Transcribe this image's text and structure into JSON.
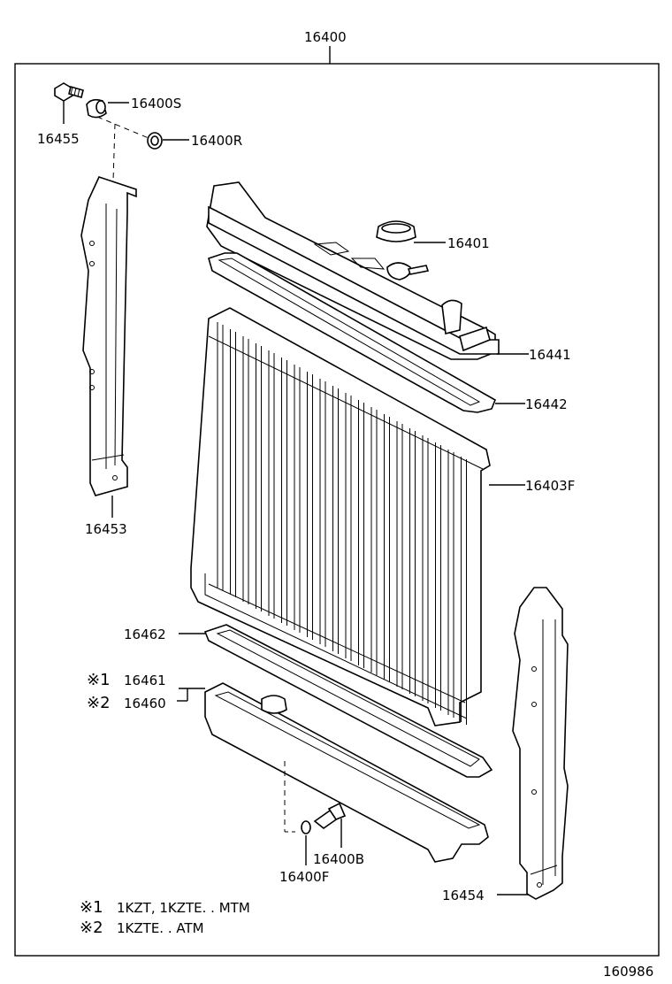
{
  "assembly_number": "16400",
  "drawing_number": "160986",
  "labels": {
    "p16400S": "16400S",
    "p16455": "16455",
    "p16400R": "16400R",
    "p16401": "16401",
    "p16441": "16441",
    "p16442": "16442",
    "p16403F": "16403F",
    "p16453": "16453",
    "p16462": "16462",
    "p16461": "16461",
    "p16460": "16460",
    "p16400B": "16400B",
    "p16400F": "16400F",
    "p16454": "16454"
  },
  "markers": {
    "m1": "※1",
    "m2": "※2"
  },
  "notes": [
    {
      "mark": "※1",
      "text": "1KZT, 1KZTE. . MTM"
    },
    {
      "mark": "※2",
      "text": "1KZTE. . ATM"
    }
  ]
}
